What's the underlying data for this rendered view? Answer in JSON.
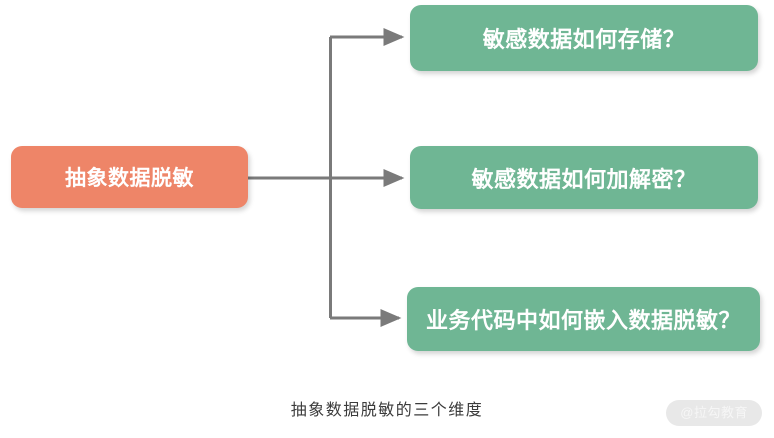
{
  "diagram": {
    "type": "tree",
    "title": "抽象数据脱敏的三个维度",
    "root": {
      "label": "抽象数据脱敏",
      "color": "#ee8568",
      "text_color": "#ffffff"
    },
    "branches": [
      {
        "label": "敏感数据如何存储？",
        "color": "#6fb694",
        "text_color": "#ffffff"
      },
      {
        "label": "敏感数据如何加解密？",
        "color": "#6fb694",
        "text_color": "#ffffff"
      },
      {
        "label": "业务代码中如何嵌入数据脱敏？",
        "color": "#6fb694",
        "text_color": "#ffffff"
      }
    ],
    "connector_color": "#7a7a7a",
    "background": "#ffffff"
  },
  "caption": {
    "text": "抽象数据脱敏的三个维度",
    "color": "#3b3b3b"
  },
  "watermark": {
    "text": "@拉勾教育",
    "background": "#e8e8e8",
    "color": "#f6f6f6"
  }
}
